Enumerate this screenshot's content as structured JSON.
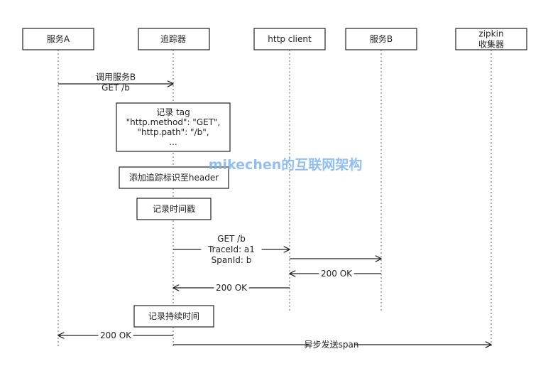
{
  "participants": [
    {
      "id": "svcA",
      "label": "服务A"
    },
    {
      "id": "tracer",
      "label": "追踪器"
    },
    {
      "id": "http",
      "label": "http client"
    },
    {
      "id": "svcB",
      "label": "服务B"
    },
    {
      "id": "zipkin",
      "label": "zipkin\n收集器"
    }
  ],
  "messages": [
    {
      "from": "svcA",
      "to": "tracer",
      "label": "调用服务B\nGET /b"
    },
    {
      "from": "tracer",
      "to": "http",
      "label": "GET /b\nTraceId: a1\nSpanId: b"
    },
    {
      "from": "http",
      "to": "svcB",
      "label": ""
    },
    {
      "from": "svcB",
      "to": "http",
      "label": "200 OK"
    },
    {
      "from": "http",
      "to": "tracer",
      "label": "200 OK"
    },
    {
      "from": "tracer",
      "to": "svcA",
      "label": "200 OK"
    },
    {
      "from": "tracer",
      "to": "zipkin",
      "label": "异步发送span"
    }
  ],
  "notes": [
    {
      "id": "tag",
      "label": "记录 tag\n\"http.method\": \"GET\",\n\"http.path\": \"/b\",\n..."
    },
    {
      "id": "add-header",
      "label": "添加追踪标识至header"
    },
    {
      "id": "timestamp",
      "label": "记录时间戳"
    },
    {
      "id": "duration",
      "label": "记录持续时间"
    }
  ],
  "watermark": "mikechen的互联网架构"
}
